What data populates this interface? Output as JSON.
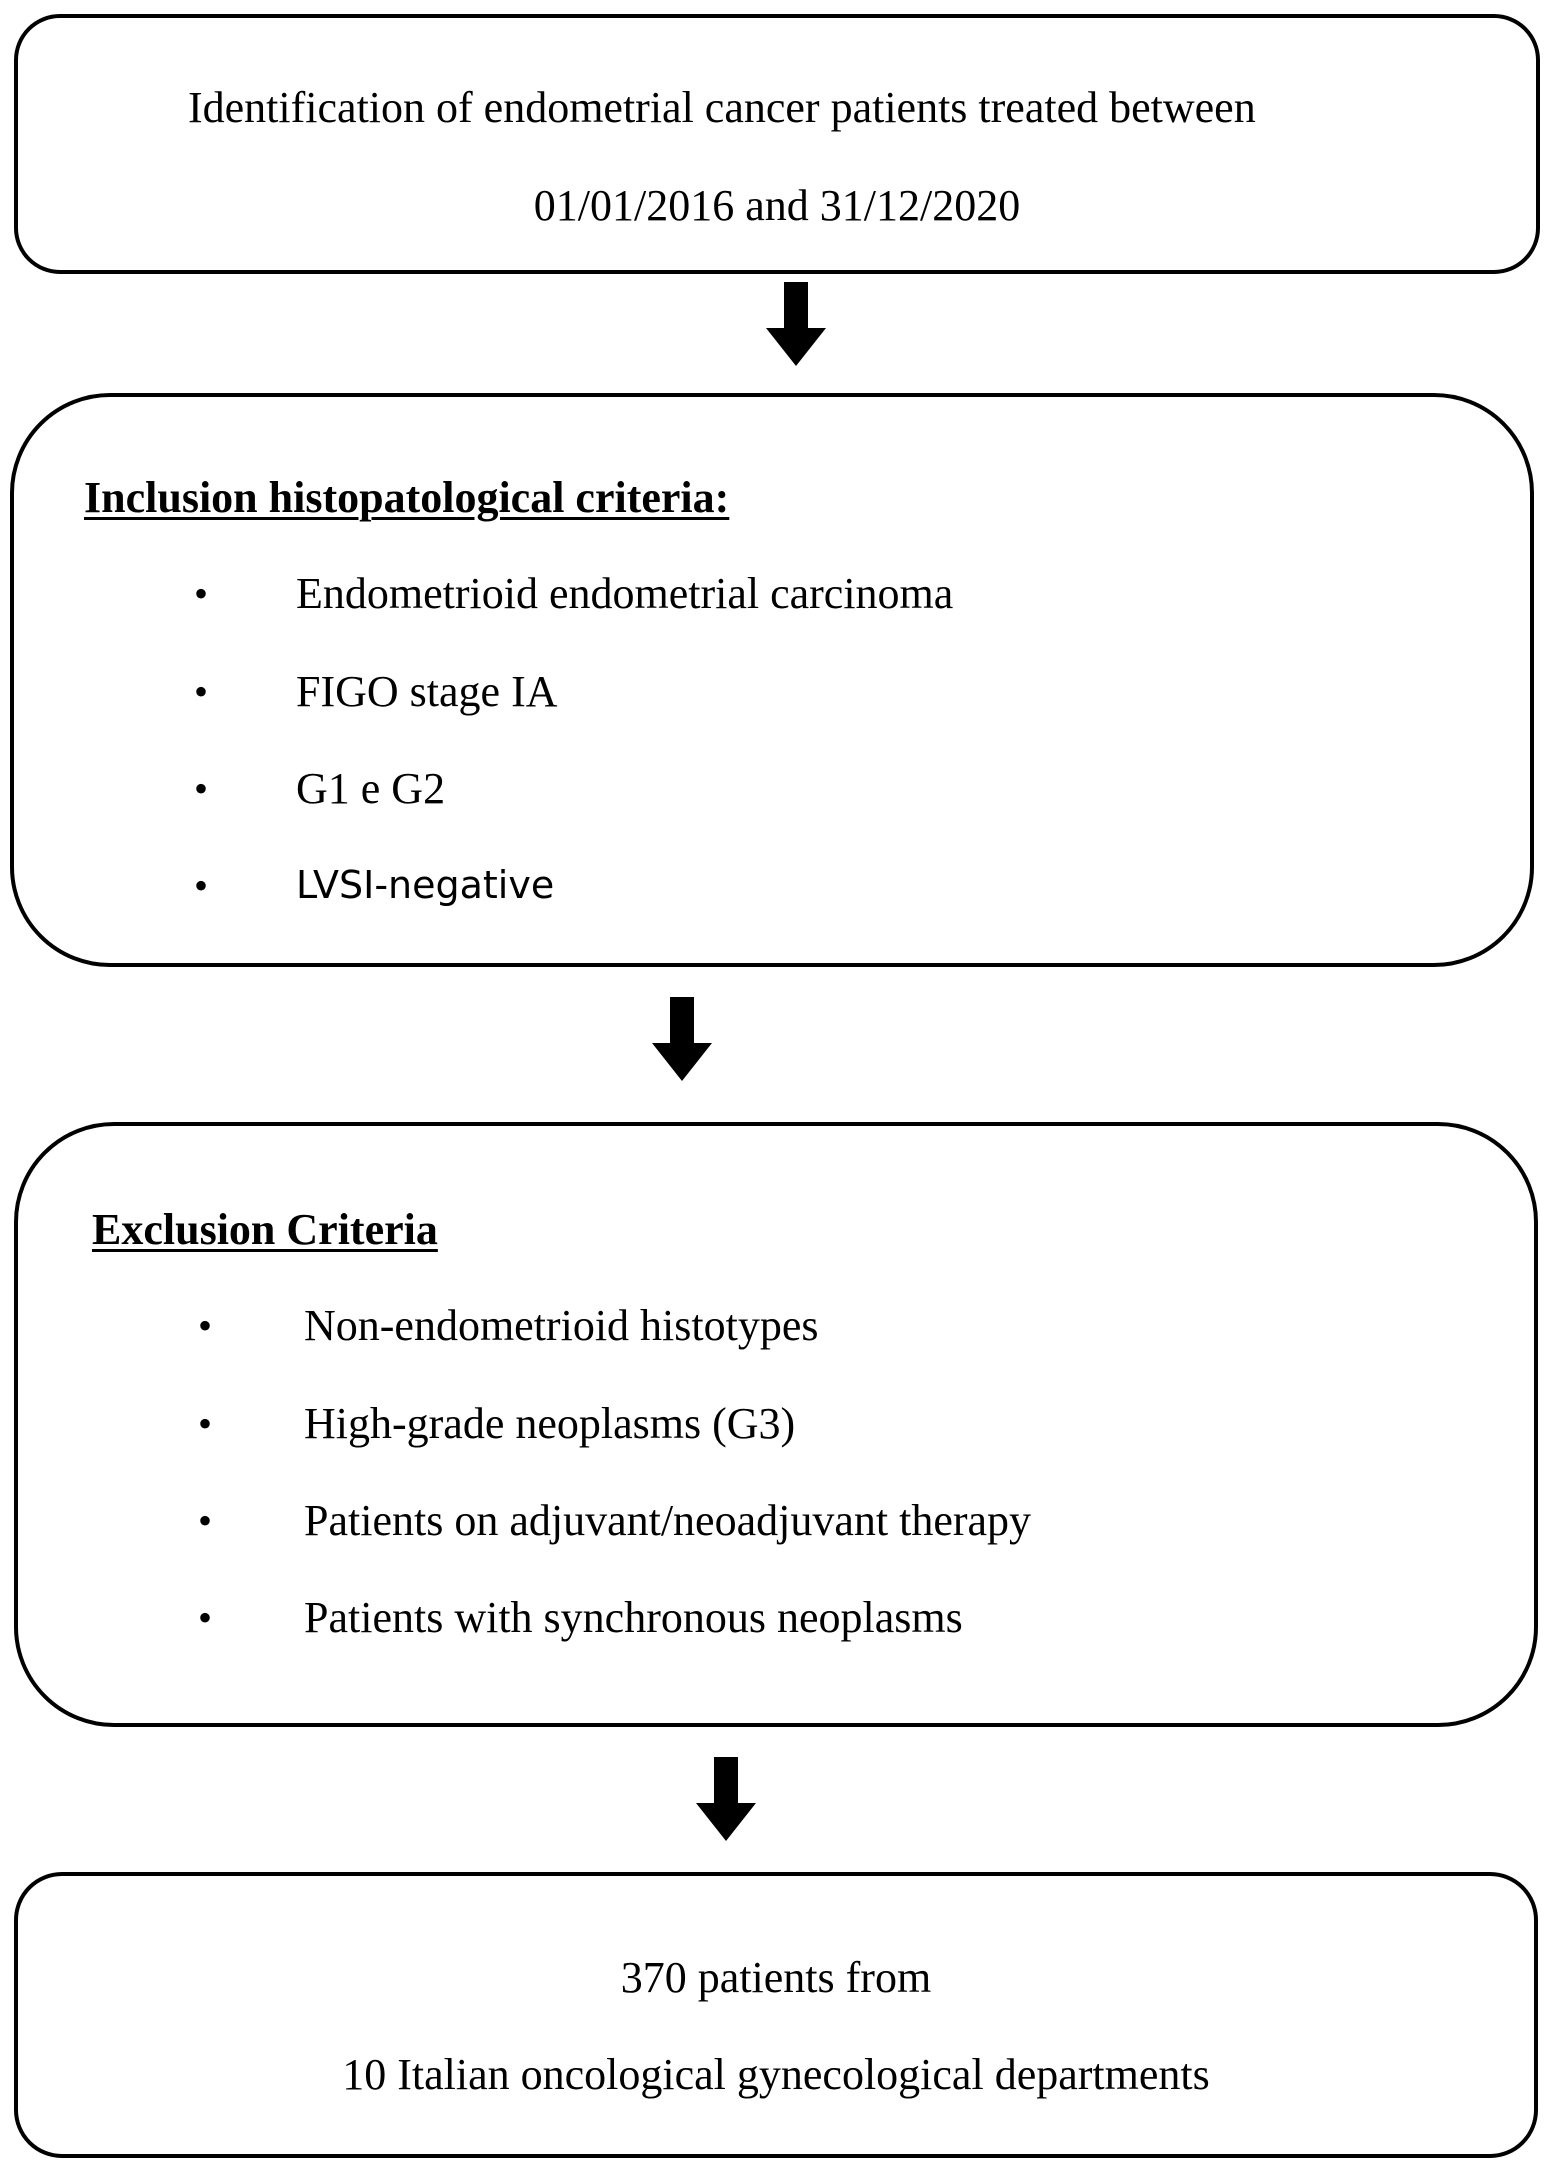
{
  "boxes": {
    "identification": {
      "line1": "Identification of endometrial cancer patients treated between",
      "line2": "01/01/2016 and 31/12/2020"
    },
    "inclusion": {
      "heading": "Inclusion histopatological criteria:",
      "items": [
        "Endometrioid endometrial carcinoma",
        "FIGO stage IA",
        "G1 e G2",
        "LVSI-negative"
      ]
    },
    "exclusion": {
      "heading": "Exclusion Criteria",
      "items": [
        "Non-endometrioid histotypes",
        "High-grade neoplasms (G3)",
        "Patients on adjuvant/neoadjuvant therapy",
        "Patients with synchronous neoplasms"
      ]
    },
    "result": {
      "line1": "370 patients from",
      "line2": "10 Italian oncological gynecological departments"
    }
  },
  "bullet_symbol": "•",
  "colors": {
    "border": "#000000",
    "arrow": "#000000",
    "background": "#ffffff"
  },
  "icons": [
    "arrow-down-icon",
    "arrow-down-icon",
    "arrow-down-icon"
  ]
}
